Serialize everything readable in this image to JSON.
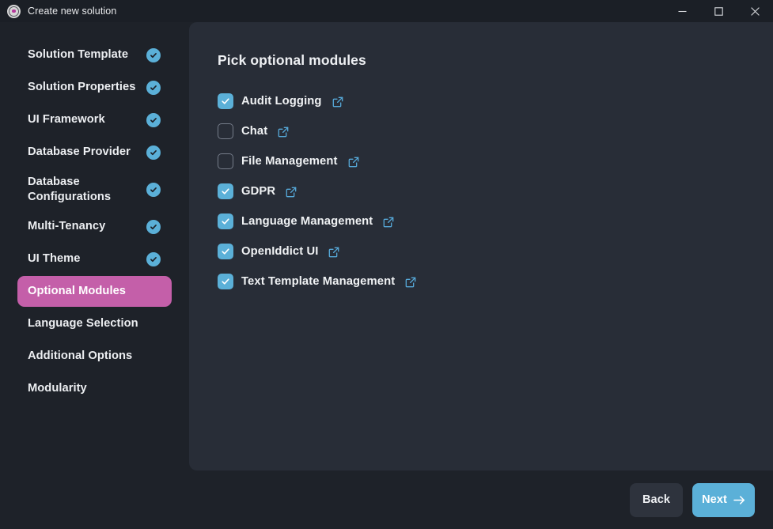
{
  "window": {
    "title": "Create new solution",
    "logo_icon": "abp-logo-icon",
    "controls": [
      {
        "name": "minimize-button",
        "icon": "minimize-icon"
      },
      {
        "name": "maximize-button",
        "icon": "maximize-icon"
      },
      {
        "name": "close-button",
        "icon": "close-icon"
      }
    ]
  },
  "sidebar": {
    "items": [
      {
        "label": "Solution Template",
        "completed": true,
        "active": false
      },
      {
        "label": "Solution Properties",
        "completed": true,
        "active": false
      },
      {
        "label": "UI Framework",
        "completed": true,
        "active": false
      },
      {
        "label": "Database Provider",
        "completed": true,
        "active": false
      },
      {
        "label": "Database Configurations",
        "completed": true,
        "active": false,
        "tall": true
      },
      {
        "label": "Multi-Tenancy",
        "completed": true,
        "active": false
      },
      {
        "label": "UI Theme",
        "completed": true,
        "active": false
      },
      {
        "label": "Optional Modules",
        "completed": false,
        "active": true
      },
      {
        "label": "Language Selection",
        "completed": false,
        "active": false
      },
      {
        "label": "Additional Options",
        "completed": false,
        "active": false
      },
      {
        "label": "Modularity",
        "completed": false,
        "active": false
      }
    ]
  },
  "main": {
    "title": "Pick optional modules",
    "modules": [
      {
        "label": "Audit Logging",
        "checked": true,
        "link_icon": "external-link-icon"
      },
      {
        "label": "Chat",
        "checked": false,
        "link_icon": "external-link-icon"
      },
      {
        "label": "File Management",
        "checked": false,
        "link_icon": "external-link-icon"
      },
      {
        "label": "GDPR",
        "checked": true,
        "link_icon": "external-link-icon"
      },
      {
        "label": "Language Management",
        "checked": true,
        "link_icon": "external-link-icon"
      },
      {
        "label": "OpenIddict UI",
        "checked": true,
        "link_icon": "external-link-icon"
      },
      {
        "label": "Text Template Management",
        "checked": true,
        "link_icon": "external-link-icon"
      }
    ]
  },
  "footer": {
    "back_label": "Back",
    "next_label": "Next",
    "next_icon": "arrow-right-icon"
  },
  "colors": {
    "window_bg": "#1b1f26",
    "sidebar_bg": "#1e2229",
    "panel_bg": "#282d37",
    "accent_blue": "#5bb0d8",
    "accent_pink": "#c45fa9",
    "text_primary": "#eef0f3",
    "checkbox_off_border": "#767d8a",
    "back_button_bg": "#2e333d"
  }
}
